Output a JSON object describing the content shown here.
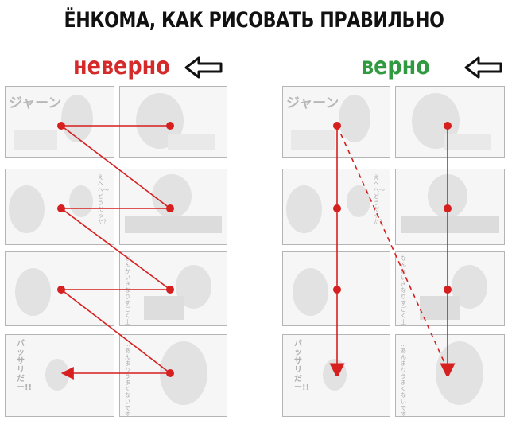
{
  "header": {
    "title": "ЁНКОМА, КАК РИСОВАТЬ ПРАВИЛЬНО"
  },
  "wrong": {
    "label": "неверно",
    "arrow_icon": "left-outline-arrow-icon"
  },
  "right": {
    "label": "верно",
    "arrow_icon": "left-outline-arrow-icon"
  },
  "manga": {
    "sfx_top": "ジャーン",
    "bubble_row2": "えへへ〜どうだった？",
    "bubble_row3": "なんかいきなりすごく上達してたね",
    "sfx_row4": "バッサリだー!!",
    "bubble_row4": "…あんまりうまくないですね!!"
  },
  "colors": {
    "wrong": "#d42a2a",
    "right": "#2f9a40",
    "arrows": "#d61f1f",
    "title": "#111111"
  }
}
